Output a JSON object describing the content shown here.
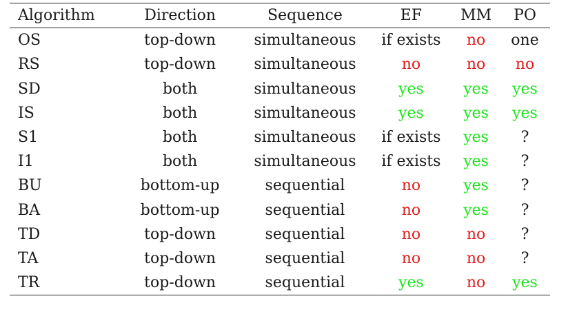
{
  "headers": [
    "Algorithm",
    "Direction",
    "Sequence",
    "EF",
    "MM",
    "PO"
  ],
  "rows": [
    {
      "algorithm": "OS",
      "direction": "top-down",
      "sequence": "simultaneous",
      "ef": "if exists",
      "mm": "no",
      "po": "one"
    },
    {
      "algorithm": "RS",
      "direction": "top-down",
      "sequence": "simultaneous",
      "ef": "no",
      "mm": "no",
      "po": "no"
    },
    {
      "algorithm": "SD",
      "direction": "both",
      "sequence": "simultaneous",
      "ef": "yes",
      "mm": "yes",
      "po": "yes"
    },
    {
      "algorithm": "IS",
      "direction": "both",
      "sequence": "simultaneous",
      "ef": "yes",
      "mm": "yes",
      "po": "yes"
    },
    {
      "algorithm": "S1",
      "direction": "both",
      "sequence": "simultaneous",
      "ef": "if exists",
      "mm": "yes",
      "po": "?"
    },
    {
      "algorithm": "I1",
      "direction": "both",
      "sequence": "simultaneous",
      "ef": "if exists",
      "mm": "yes",
      "po": "?"
    },
    {
      "algorithm": "BU",
      "direction": "bottom-up",
      "sequence": "sequential",
      "ef": "no",
      "mm": "yes",
      "po": "?"
    },
    {
      "algorithm": "BA",
      "direction": "bottom-up",
      "sequence": "sequential",
      "ef": "no",
      "mm": "yes",
      "po": "?"
    },
    {
      "algorithm": "TD",
      "direction": "top-down",
      "sequence": "sequential",
      "ef": "no",
      "mm": "no",
      "po": "?"
    },
    {
      "algorithm": "TA",
      "direction": "top-down",
      "sequence": "sequential",
      "ef": "no",
      "mm": "no",
      "po": "?"
    },
    {
      "algorithm": "TR",
      "direction": "top-down",
      "sequence": "sequential",
      "ef": "yes",
      "mm": "no",
      "po": "yes"
    }
  ],
  "colors": {
    "yes": "#19e619",
    "no": "#e61919",
    "text": "#1a1a1a"
  }
}
